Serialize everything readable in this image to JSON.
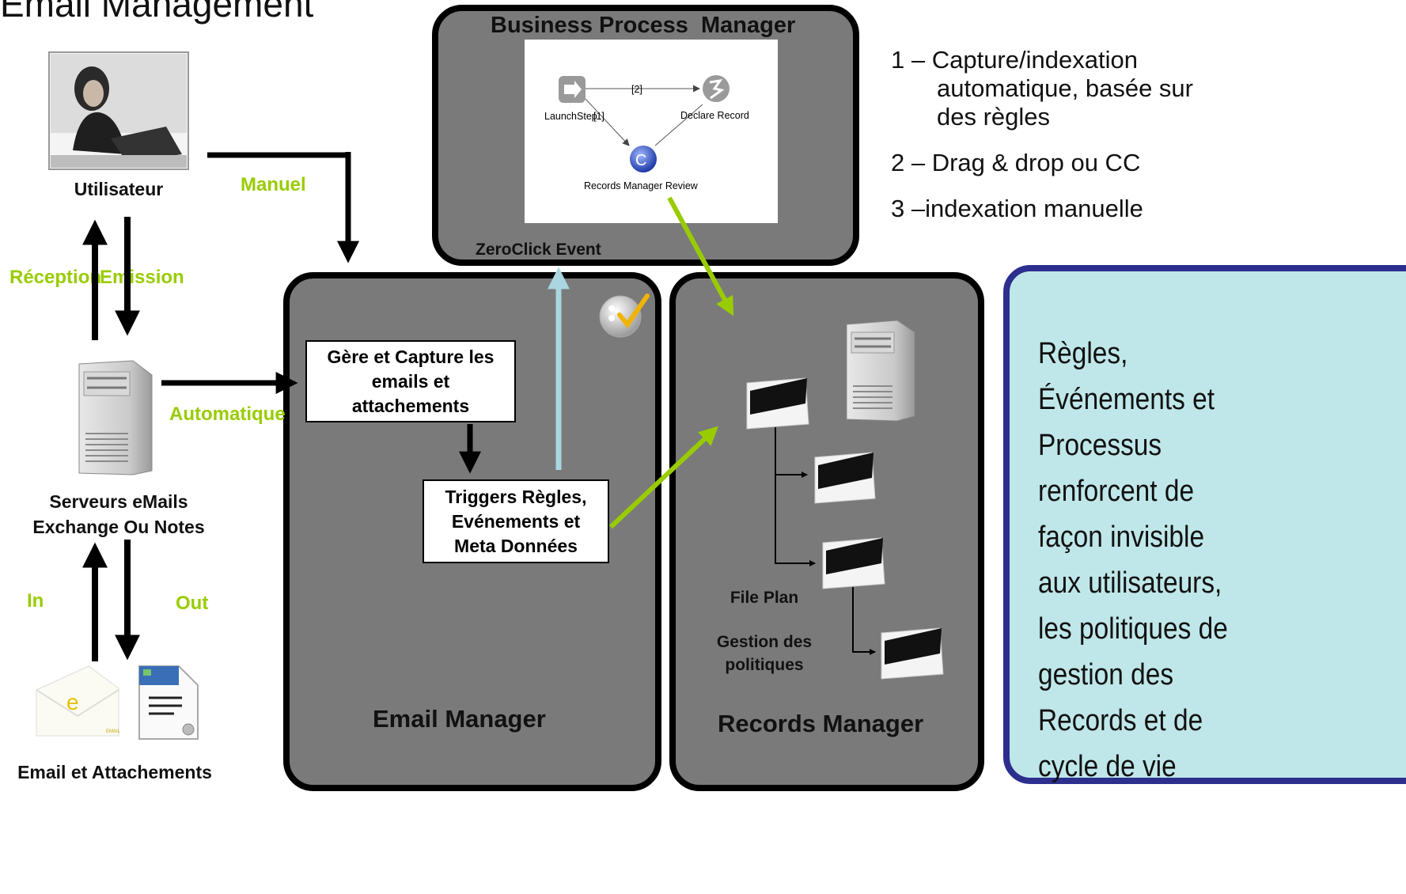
{
  "title": "Email Management",
  "bpm": {
    "title": "Business Process  Manager",
    "workflow": {
      "step_launch": "LaunchStep",
      "step_declare": "Declare Record",
      "step_review": "Records Manager Review",
      "edge_1": "[1]",
      "edge_2": "[2]"
    },
    "event_label": "ZeroClick Event"
  },
  "legend": {
    "item1_line1": "1 – Capture/indexation",
    "item1_line2": "automatique, basée sur",
    "item1_line3": "des règles",
    "item2": "2 – Drag & drop ou CC",
    "item3": "3 –indexation manuelle"
  },
  "left": {
    "user_label": "Utilisateur",
    "manual_label": "Manuel",
    "reception_label": "Réception",
    "emission_label": "Emission",
    "auto_label": "Automatique",
    "server_label_line1": "Serveurs eMails",
    "server_label_line2": "Exchange Ou Notes",
    "in_label": "In",
    "out_label": "Out",
    "attachments_label": "Email et Attachements",
    "envelope_letter": "e",
    "envelope_small": "EMAIL"
  },
  "email_manager": {
    "title": "Email Manager",
    "capture_box_line1": "Gère et Capture les",
    "capture_box_line2": "emails et",
    "capture_box_line3": "attachements",
    "triggers_box_line1": "Triggers Règles,",
    "triggers_box_line2": "Evénements  et",
    "triggers_box_line3": "Meta Données"
  },
  "records_manager": {
    "title": "Records Manager",
    "file_plan_label": "File Plan",
    "policies_line1": "Gestion des",
    "policies_line2": "politiques"
  },
  "side_note": {
    "line1": "Règles,",
    "line2": "Événements et",
    "line3": "Processus",
    "line4": "renforcent de",
    "line5": "façon invisible",
    "line6": "aux utilisateurs,",
    "line7": "les politiques de",
    "line8": "gestion des",
    "line9": "Records et de",
    "line10": "cycle de vie"
  },
  "colors": {
    "panel_gray": "#7a7a7a",
    "green_arrow": "#99cc00",
    "light_blue_arrow": "#a9d6df",
    "side_fill": "#bfe7e9",
    "side_border": "#2c2f8e"
  }
}
